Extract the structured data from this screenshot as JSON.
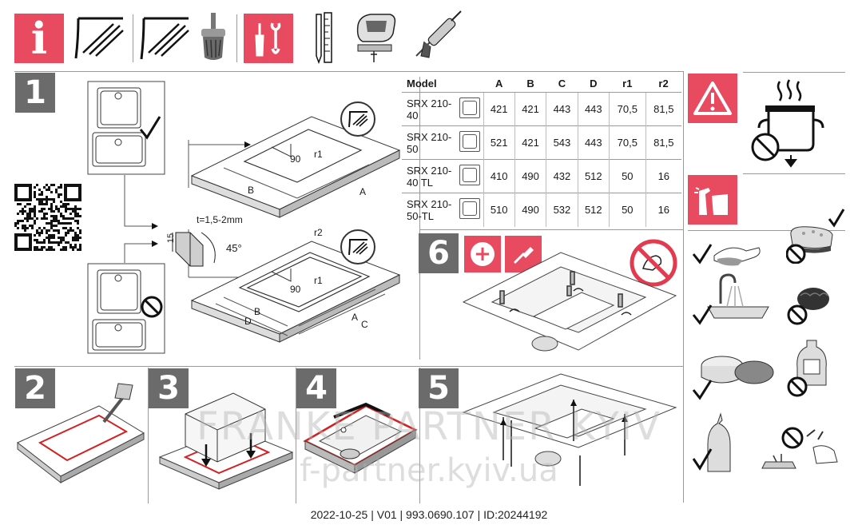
{
  "header": {
    "info_letter": "i",
    "icons": [
      "info-icon",
      "countertop-icon",
      "countertop-router-icon",
      "tools-icon",
      "ruler-pencil-icon",
      "jigsaw-icon",
      "silicone-gun-icon"
    ]
  },
  "steps": {
    "s1": "1",
    "s2": "2",
    "s3": "3",
    "s4": "4",
    "s5": "5",
    "s6": "6"
  },
  "diagram1": {
    "thickness": "t=1,5-2mm",
    "angle": "45°",
    "dim15": "15",
    "r1": "r1",
    "r2": "r2",
    "d90a": "90",
    "d90b": "90",
    "A": "A",
    "B": "B",
    "A2": "A",
    "B2": "B",
    "C": "C",
    "D": "D"
  },
  "table": {
    "headers": [
      "Model",
      "",
      "A",
      "B",
      "C",
      "D",
      "r1",
      "r2"
    ],
    "rows": [
      {
        "model": [
          "SRX 210-",
          "40"
        ],
        "values": [
          "421",
          "421",
          "443",
          "443",
          "70,5",
          "81,5"
        ]
      },
      {
        "model": [
          "SRX 210-",
          "50"
        ],
        "values": [
          "521",
          "421",
          "543",
          "443",
          "70,5",
          "81,5"
        ]
      },
      {
        "model": [
          "SRX 210-",
          "40 TL"
        ],
        "values": [
          "410",
          "490",
          "432",
          "512",
          "50",
          "16"
        ]
      },
      {
        "model": [
          "SRX 210-",
          "50-TL"
        ],
        "values": [
          "510",
          "490",
          "532",
          "512",
          "50",
          "16"
        ]
      }
    ]
  },
  "watermark": {
    "line1": "FRANKE PARTNER KYIV",
    "line2": "f-partner.kyiv.ua"
  },
  "footer": "2022-10-25 | V01 | 993.0690.107 | ID:20244192",
  "colors": {
    "accent": "#e84a5f",
    "step_gray": "#6b6b6b",
    "red_line": "#d42020"
  }
}
